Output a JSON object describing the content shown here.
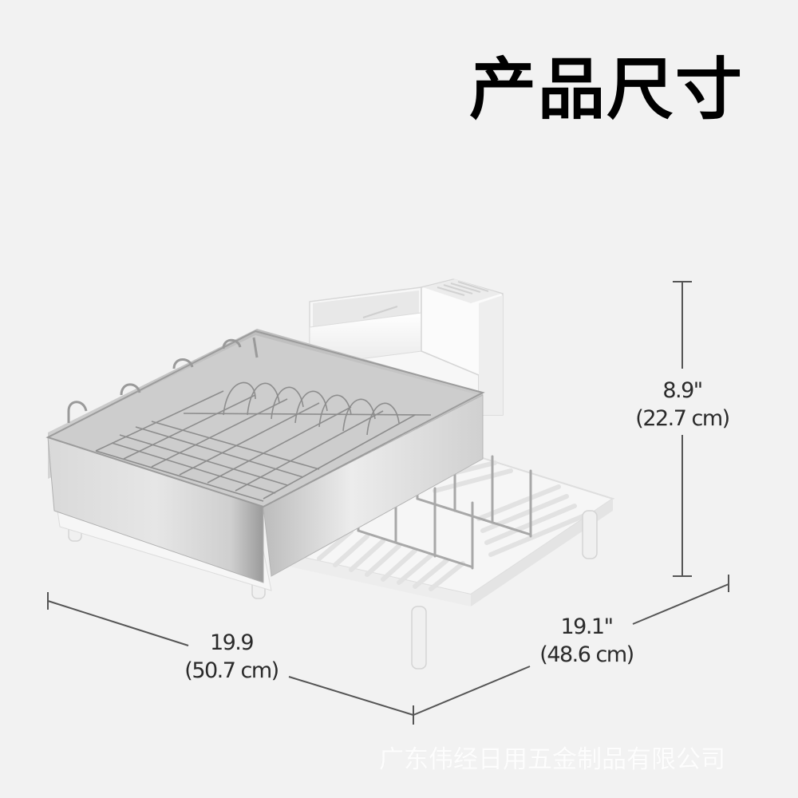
{
  "title": "产品尺寸",
  "product": {
    "name": "dish-drying-rack",
    "parts": [
      "stainless-steel-basket",
      "wire-dish-rack",
      "utensil-holder",
      "knife-block",
      "drainboard-tray",
      "pot-lid-rack",
      "legs",
      "side-hooks"
    ]
  },
  "dimensions": {
    "height": {
      "imperial": "8.9\"",
      "metric": "(22.7 cm)"
    },
    "length": {
      "imperial": "19.9",
      "metric": "(50.7 cm)"
    },
    "width": {
      "imperial": "19.1\"",
      "metric": "(48.6 cm)"
    }
  },
  "watermark": "广东伟经日用五金制品有限公司",
  "colors": {
    "background": "#f2f2f2",
    "title": "#000000",
    "dimension_line": "#555555",
    "dimension_text": "#2a2a2a",
    "steel": "#c8c8c8",
    "plastic": "#fafafa"
  }
}
